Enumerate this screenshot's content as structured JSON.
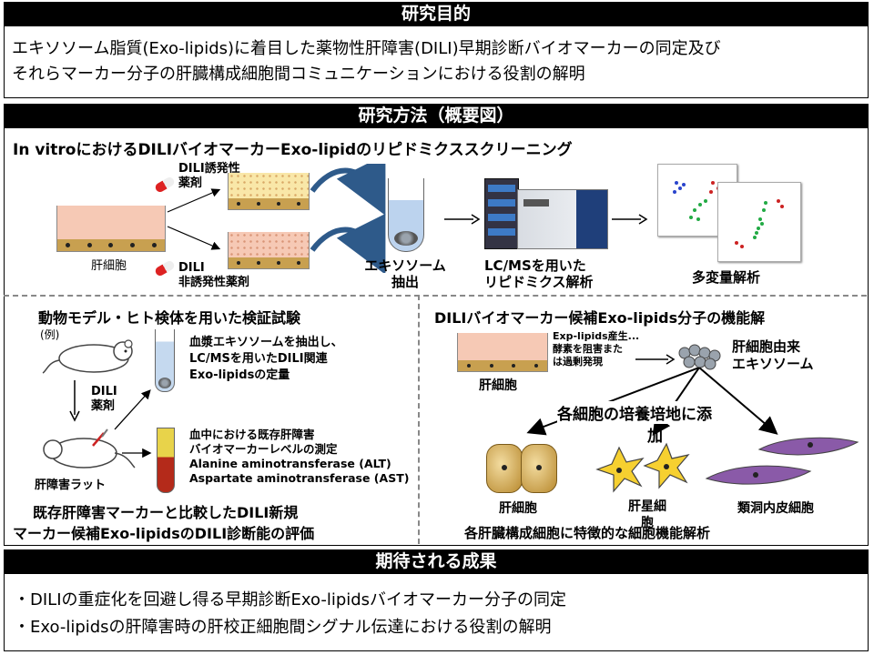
{
  "purpose": {
    "header": "研究目的",
    "line1": "エキソソーム脂質(Exo-lipids)に着目した薬物性肝障害(DILI)早期診断バイオマーカーの同定及び",
    "line2": "それらマーカー分子の肝臓構成細胞間コミュニケーションにおける役割の解明"
  },
  "methods": {
    "header": "研究方法（概要図）",
    "invitro": {
      "title": "In vitroにおけるDILIバイオマーカーExo-lipidのリピドミクススクリーニング",
      "drug_top_1": "DILI誘発性",
      "drug_top_2": "薬剤",
      "drug_bottom_1": "DILI",
      "drug_bottom_2": "非誘発性薬剤",
      "hepatocyte": "肝細胞",
      "exosome_1": "エキソソーム",
      "exosome_2": "抽出",
      "lcms_1": "LC/MSを用いた",
      "lcms_2": "リピドミクス解析",
      "multivariate": "多変量解析"
    },
    "animal": {
      "title": "動物モデル・ヒト検体を用いた検証試験",
      "example": "(例)",
      "dili_1": "DILI",
      "dili_2": "薬剤",
      "rat": "肝障害ラット",
      "plasma_1": "血漿エキソソームを抽出し、",
      "plasma_2": "LC/MSを用いたDILI関連",
      "plasma_3": "Exo-lipidsの定量",
      "blood_1": "血中における既存肝障害",
      "blood_2": "バイオマーカーレベルの測定",
      "blood_3": "Alanine aminotransferase (ALT)",
      "blood_4": "Aspartate aminotransferase (AST)",
      "eval_1": "既存肝障害マーカーと比較したDILI新規",
      "eval_2": "マーカー候補Exo-lipidsのDILI診断能の評価"
    },
    "function": {
      "title": "DILIバイオマーカー候補Exo-lipids分子の機能解",
      "note_1": "Exp-lipids産生...",
      "note_2": "酵素を阻害また",
      "note_3": "は過剰発現",
      "hepatocyte": "肝細胞",
      "exo_1": "肝細胞由来",
      "exo_2": "エキソソーム",
      "add": "各細胞の培養培地に添",
      "add_2": "加",
      "cell_hep": "肝細胞",
      "cell_stellate_1": "肝星細",
      "cell_stellate_2": "胞",
      "cell_endo": "類洞内皮細胞",
      "bottom": "各肝臓構成細胞に特徴的な細胞機能解析"
    }
  },
  "results": {
    "header": "期待される成果",
    "item1": "・DILIの重症化を回避し得る早期診断Exo-lipidsバイオマーカー分子の同定",
    "item2": "・Exo-lipidsの肝障害時の肝校正細胞間シグナル伝達における役割の解明"
  },
  "colors": {
    "header_bg": "#000000",
    "medium_pink": "#f6c9b5",
    "medium_yellow": "#f9e7a8",
    "cell_gold": "#c8a050",
    "arrow_blue": "#2e5a8a",
    "exosome_gray": "#9aa3ad",
    "endothelial_purple": "#8a5aa8"
  }
}
